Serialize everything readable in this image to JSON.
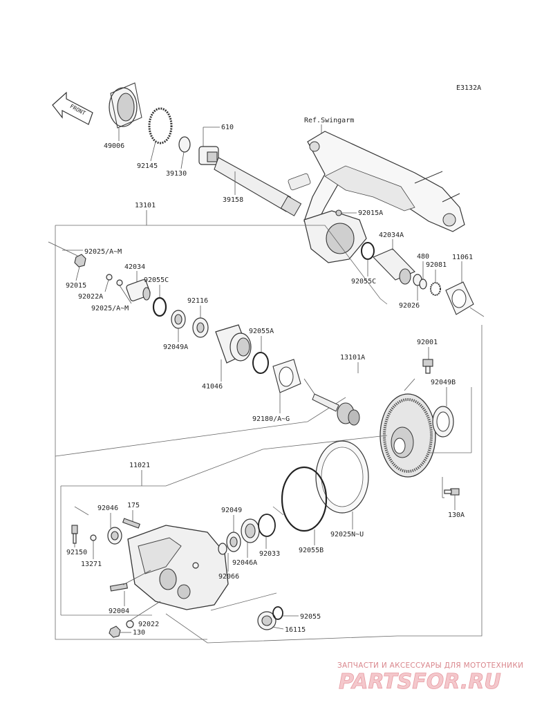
{
  "diagram_code": "E3132A",
  "front_label": "FRONT",
  "ref_label": "Ref.Swingarm",
  "labels": {
    "p49006": "49006",
    "p92145": "92145",
    "p39130": "39130",
    "p610": "610",
    "p39158": "39158",
    "p92015a": "92015A",
    "p13101": "13101",
    "p92025am_top": "92025/A~M",
    "p92015": "92015",
    "p42034": "42034",
    "p92022a": "92022A",
    "p92025am_bot": "92025/A~M",
    "p92055c_top": "92055C",
    "p92116": "92116",
    "p92049a": "92049A",
    "p42034a": "42034A",
    "p480": "480",
    "p92081": "92081",
    "p11061": "11061",
    "p92055c": "92055C",
    "p92026": "92026",
    "p92055a": "92055A",
    "p41046": "41046",
    "p92001": "92001",
    "p13101a": "13101A",
    "p92049b": "92049B",
    "p92180": "92180/A~G",
    "p130a": "130A",
    "p11021": "11021",
    "p92046": "92046",
    "p175": "175",
    "p92049": "92049",
    "p92150": "92150",
    "p13271": "13271",
    "p92033": "92033",
    "p92046a": "92046A",
    "p92066": "92066",
    "p92055b": "92055B",
    "p92025nu": "92025N~U",
    "p92004": "92004",
    "p92022": "92022",
    "p130": "130",
    "p92055": "92055",
    "p16115": "16115"
  },
  "watermark": {
    "tagline": "ЗАПЧАСТИ И АКСЕССУАРЫ ДЛЯ МОТОТЕХНИКИ",
    "brand": "PARTSFOR.RU"
  }
}
